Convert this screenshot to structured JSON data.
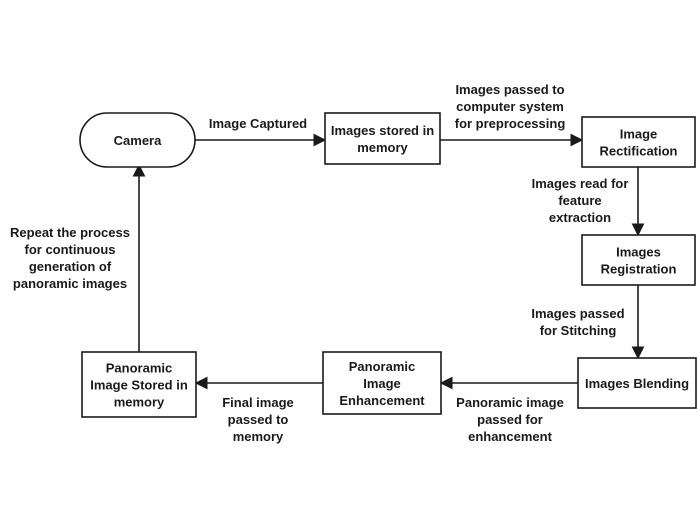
{
  "diagram": {
    "type": "flowchart",
    "nodes": [
      {
        "id": "camera",
        "shape": "ellipse",
        "lines": [
          "Camera"
        ]
      },
      {
        "id": "stored",
        "shape": "rect",
        "lines": [
          "Images stored in",
          "memory"
        ]
      },
      {
        "id": "rectification",
        "shape": "rect",
        "lines": [
          "Image",
          "Rectification"
        ]
      },
      {
        "id": "registration",
        "shape": "rect",
        "lines": [
          "Images",
          "Registration"
        ]
      },
      {
        "id": "blending",
        "shape": "rect",
        "lines": [
          "Images Blending"
        ]
      },
      {
        "id": "enhancement",
        "shape": "rect",
        "lines": [
          "Panoramic",
          "Image",
          "Enhancement"
        ]
      },
      {
        "id": "panoramic_stored",
        "shape": "rect",
        "lines": [
          "Panoramic",
          "Image Stored in",
          "memory"
        ]
      }
    ],
    "edges": [
      {
        "from": "camera",
        "to": "stored",
        "lines": [
          "Image Captured"
        ]
      },
      {
        "from": "stored",
        "to": "rectification",
        "lines": [
          "Images passed to",
          "computer system",
          "for preprocessing"
        ]
      },
      {
        "from": "rectification",
        "to": "registration",
        "lines": [
          "Images read for",
          "feature",
          "extraction"
        ]
      },
      {
        "from": "registration",
        "to": "blending",
        "lines": [
          "Images passed",
          "for Stitching"
        ]
      },
      {
        "from": "blending",
        "to": "enhancement",
        "lines": [
          "Panoramic image",
          "passed for",
          "enhancement"
        ]
      },
      {
        "from": "enhancement",
        "to": "panoramic_stored",
        "lines": [
          "Final image",
          "passed to",
          "memory"
        ]
      },
      {
        "from": "panoramic_stored",
        "to": "camera",
        "lines": [
          "Repeat the process",
          "for continuous",
          "generation of",
          "panoramic images"
        ]
      }
    ]
  }
}
